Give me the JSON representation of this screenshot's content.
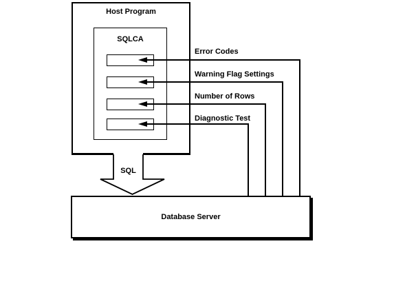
{
  "diagram": {
    "host_program": {
      "title": "Host Program"
    },
    "sqlca": {
      "title": "SQLCA"
    },
    "fields": [
      {
        "label": "Error Codes"
      },
      {
        "label": "Warning Flag Settings"
      },
      {
        "label": "Number of Rows"
      },
      {
        "label": "Diagnostic Test"
      }
    ],
    "sql_flow_label": "SQL",
    "database_server": {
      "title": "Database Server"
    },
    "colors": {
      "line": "#000000",
      "background": "#ffffff"
    }
  }
}
